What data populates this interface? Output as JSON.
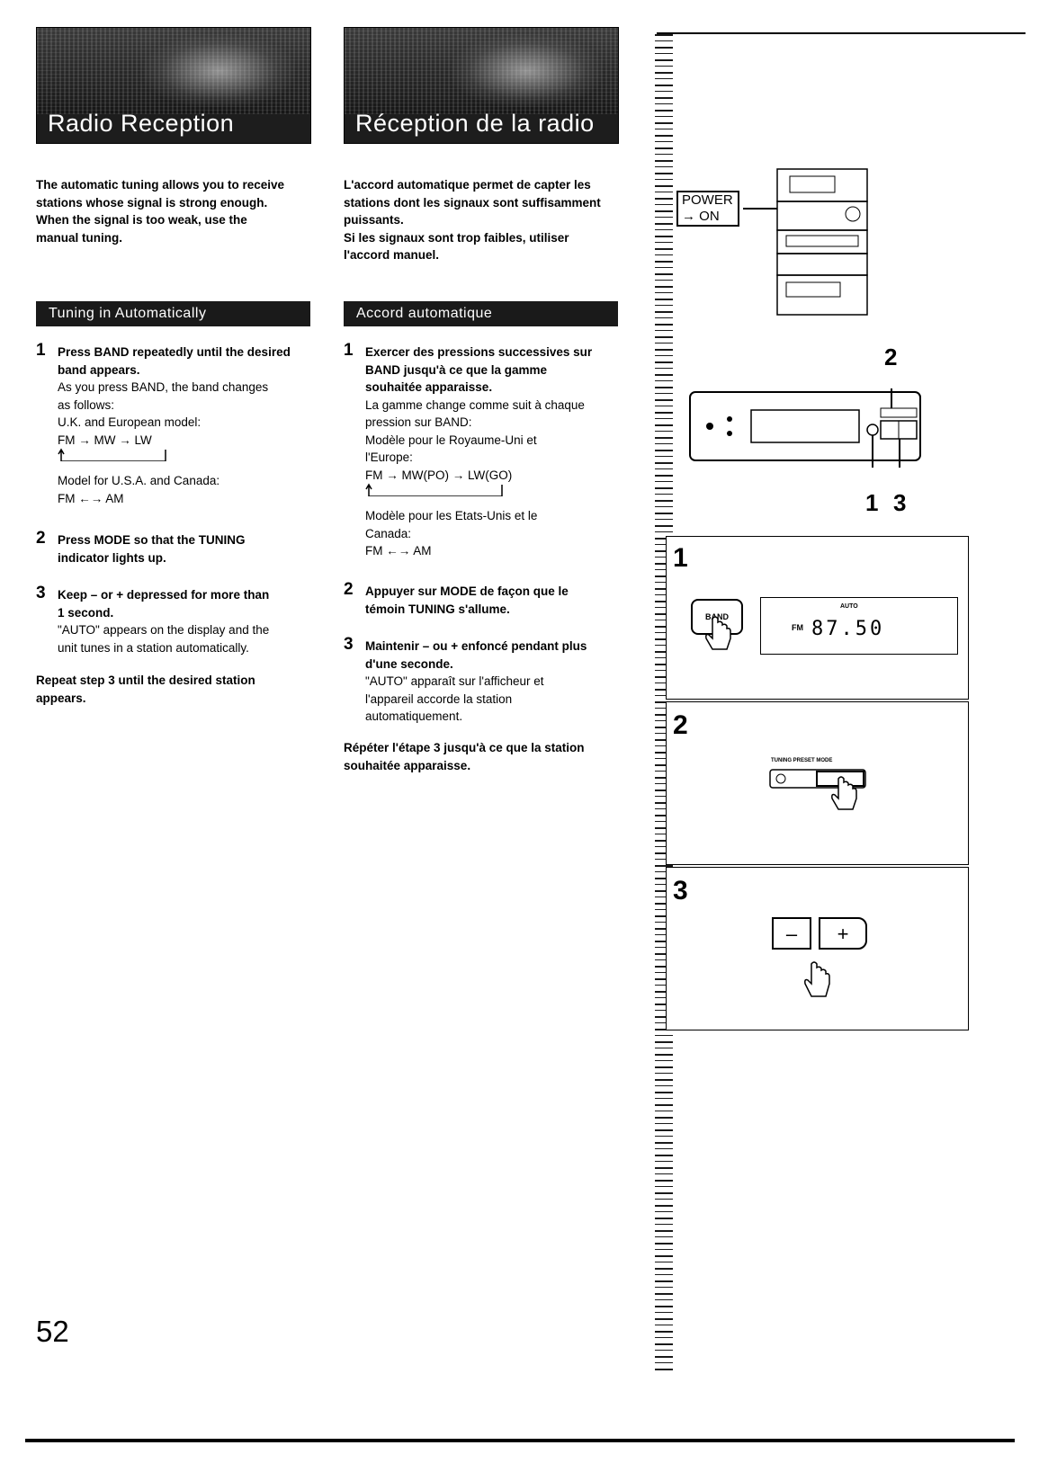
{
  "en": {
    "banner": "Radio Reception",
    "intro": [
      "The automatic tuning allows you to receive",
      "stations whose signal is strong enough.",
      "When the signal is too weak, use the",
      "manual tuning."
    ],
    "section": "Tuning in Automatically",
    "step1": {
      "num": "1",
      "lead": [
        "Press BAND repeatedly until the desired",
        "band appears."
      ],
      "lines": [
        "As you press BAND, the band changes",
        "as follows:",
        "U.K. and European model:",
        "FM → MW → LW"
      ],
      "lines2": [
        "Model for U.S.A. and Canada:",
        "FM ←→ AM"
      ]
    },
    "step2": {
      "num": "2",
      "lead": [
        "Press MODE so that the TUNING",
        "indicator lights up."
      ]
    },
    "step3": {
      "num": "3",
      "lead": [
        "Keep – or + depressed for more than",
        "1 second."
      ],
      "lines": [
        "\"AUTO\" appears on the display and the",
        "unit tunes in a station automatically."
      ]
    },
    "repeat": [
      "Repeat step 3 until the desired station",
      "appears."
    ]
  },
  "fr": {
    "banner": "Réception de la radio",
    "intro": [
      "L'accord automatique permet de capter les",
      "stations dont les signaux sont suffisamment",
      "puissants.",
      "Si les signaux sont trop faibles, utiliser",
      "l'accord manuel."
    ],
    "section": "Accord automatique",
    "step1": {
      "num": "1",
      "lead": [
        "Exercer des pressions successives sur",
        "BAND jusqu'à ce que la gamme",
        "souhaitée apparaisse."
      ],
      "lines": [
        "La gamme change comme suit à chaque",
        "pression sur BAND:",
        "Modèle pour le Royaume-Uni et",
        "l'Europe:",
        "FM → MW(PO) → LW(GO)"
      ],
      "lines2": [
        "Modèle pour les Etats-Unis et le",
        "Canada:",
        "FM ←→ AM"
      ]
    },
    "step2": {
      "num": "2",
      "lead": [
        "Appuyer sur MODE de façon que le",
        "témoin TUNING s'allume."
      ]
    },
    "step3": {
      "num": "3",
      "lead": [
        "Maintenir – ou + enfoncé pendant plus",
        "d'une seconde."
      ],
      "lines": [
        "\"AUTO\" apparaît sur l'afficheur et",
        "l'appareil accorde la station",
        "automatiquement."
      ]
    },
    "repeat": [
      "Répéter l'étape 3 jusqu'à ce que la station",
      "souhaitée apparaisse."
    ]
  },
  "figure": {
    "power_label": "POWER",
    "power_on": "→ ON",
    "callout_2": "2",
    "callout_1": "1",
    "callout_3": "3",
    "panel1_num": "1",
    "band_button": "BAND",
    "display_indicator": "AUTO",
    "display_band": "FM",
    "display_freq": "87.50",
    "panel2_num": "2",
    "mode_labels": "TUNING PRESET MODE",
    "panel3_num": "3",
    "minus": "–",
    "plus": "+"
  },
  "page_number": "52"
}
